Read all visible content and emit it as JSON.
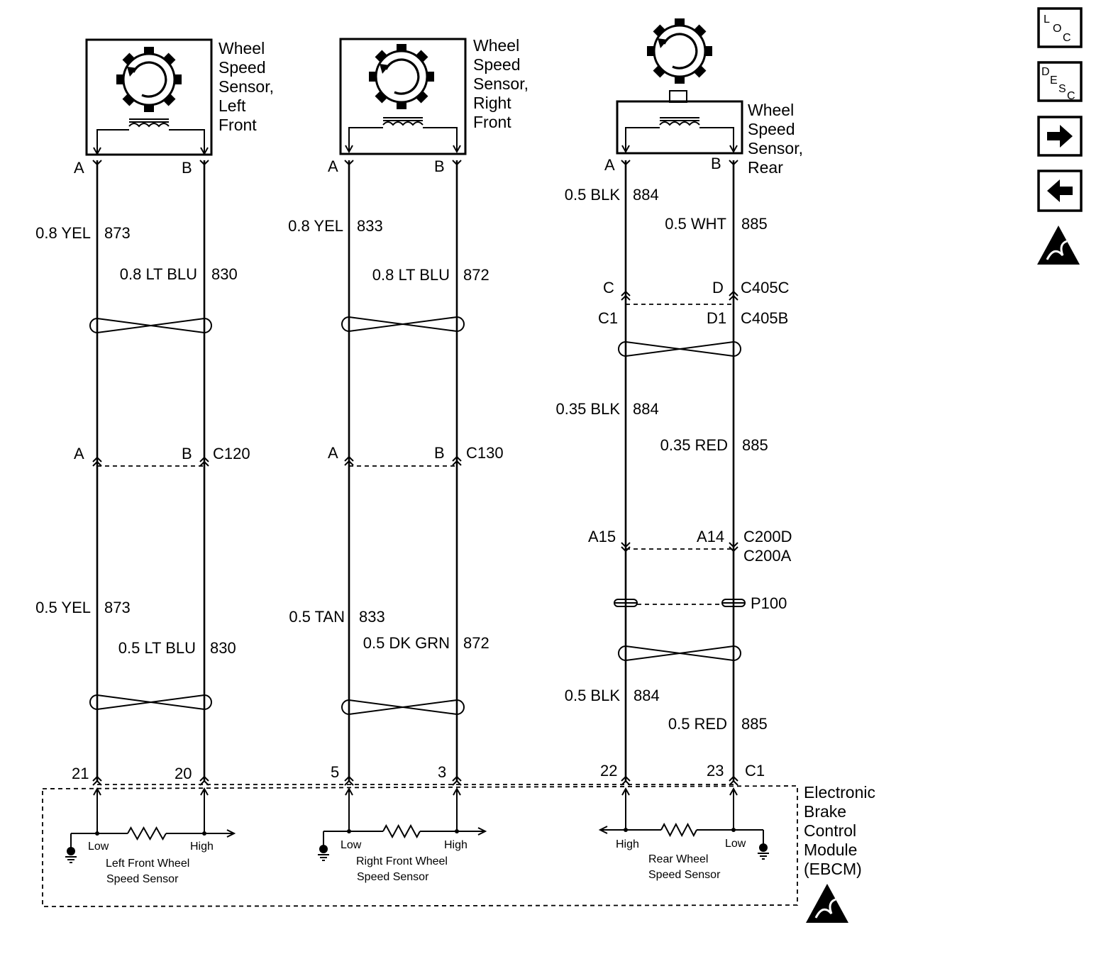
{
  "sensors": {
    "left_front": {
      "title": [
        "Wheel",
        "Speed",
        "Sensor,",
        "Left",
        "Front"
      ],
      "pin_a": "A",
      "pin_b": "B"
    },
    "right_front": {
      "title": [
        "Wheel",
        "Speed",
        "Sensor,",
        "Right",
        "Front"
      ],
      "pin_a": "A",
      "pin_b": "B"
    },
    "rear": {
      "title": [
        "Wheel",
        "Speed",
        "Sensor,",
        "Rear"
      ],
      "pin_a": "A",
      "pin_b": "B"
    }
  },
  "wires": {
    "lf_upper_a": {
      "size_color": "0.8 YEL",
      "circuit": "873"
    },
    "lf_upper_b": {
      "size_color": "0.8 LT BLU",
      "circuit": "830"
    },
    "lf_lower_a": {
      "size_color": "0.5 YEL",
      "circuit": "873"
    },
    "lf_lower_b": {
      "size_color": "0.5 LT BLU",
      "circuit": "830"
    },
    "rf_upper_a": {
      "size_color": "0.8 YEL",
      "circuit": "833"
    },
    "rf_upper_b": {
      "size_color": "0.8 LT BLU",
      "circuit": "872"
    },
    "rf_lower_a": {
      "size_color": "0.5 TAN",
      "circuit": "833"
    },
    "rf_lower_b": {
      "size_color": "0.5 DK GRN",
      "circuit": "872"
    },
    "rr_1_a": {
      "size_color": "0.5 BLK",
      "circuit": "884"
    },
    "rr_1_b": {
      "size_color": "0.5 WHT",
      "circuit": "885"
    },
    "rr_2_a": {
      "size_color": "0.35 BLK",
      "circuit": "884"
    },
    "rr_2_b": {
      "size_color": "0.35 RED",
      "circuit": "885"
    },
    "rr_3_a": {
      "size_color": "0.5 BLK",
      "circuit": "884"
    },
    "rr_3_b": {
      "size_color": "0.5 RED",
      "circuit": "885"
    }
  },
  "connectors": {
    "c120": {
      "name": "C120",
      "pin_a": "A",
      "pin_b": "B"
    },
    "c130": {
      "name": "C130",
      "pin_a": "A",
      "pin_b": "B"
    },
    "c405c": {
      "name": "C405C",
      "pin_a": "C",
      "pin_b": "D"
    },
    "c405b": {
      "name": "C405B",
      "pin_a": "C1",
      "pin_b": "D1"
    },
    "c200d": {
      "name": "C200D",
      "pin_a": "A15",
      "pin_b": "A14"
    },
    "c200a": {
      "name": "C200A"
    },
    "p100": {
      "name": "P100"
    },
    "c1": {
      "name": "C1",
      "pins": [
        "21",
        "20",
        "5",
        "3",
        "22",
        "23"
      ]
    }
  },
  "module": {
    "title": [
      "Electronic",
      "Brake",
      "Control",
      "Module",
      "(EBCM)"
    ],
    "left_front": {
      "low": "Low",
      "high": "High",
      "label": [
        "Left Front Wheel",
        "Speed Sensor"
      ]
    },
    "right_front": {
      "low": "Low",
      "high": "High",
      "label": [
        "Right Front Wheel",
        "Speed Sensor"
      ]
    },
    "rear": {
      "low": "Low",
      "high": "High",
      "label": [
        "Rear Wheel",
        "Speed Sensor"
      ]
    }
  },
  "nav": {
    "loc": [
      "L",
      "O",
      "C"
    ],
    "desc": [
      "D",
      "E",
      "S",
      "C"
    ],
    "next_icon": "right-arrow-icon",
    "prev_icon": "left-arrow-icon",
    "esd_icon": "esd-warning-icon"
  }
}
